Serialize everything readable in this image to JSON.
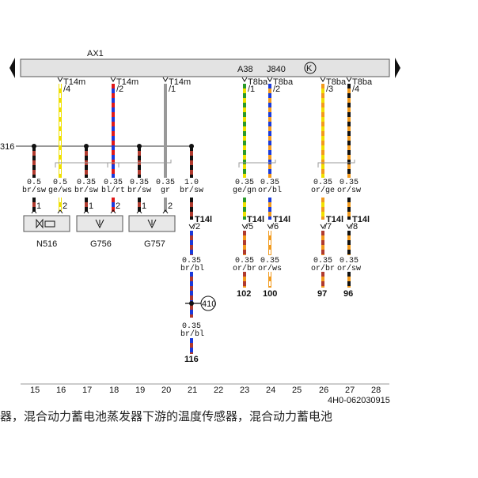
{
  "bus": {
    "label": "AX1"
  },
  "j840": {
    "left_label": "A38",
    "right_label": "J840",
    "symbol": "K"
  },
  "left_edge_label": "316",
  "top_connectors": [
    {
      "conn": "T14m",
      "pin": "/4"
    },
    {
      "conn": "T14m",
      "pin": "/2"
    },
    {
      "conn": "T14m",
      "pin": "/1"
    },
    {
      "conn": "T8ba",
      "pin": "/1"
    },
    {
      "conn": "T8ba",
      "pin": "/2"
    },
    {
      "conn": "T8ba",
      "pin": "/3"
    },
    {
      "conn": "T8ba",
      "pin": "/4"
    }
  ],
  "wires": [
    {
      "size": "0.5",
      "color": "br/sw"
    },
    {
      "size": "0.5",
      "color": "ge/ws"
    },
    {
      "size": "0.35",
      "color": "br/sw"
    },
    {
      "size": "0.35",
      "color": "bl/rt"
    },
    {
      "size": "0.35",
      "color": "br/sw"
    },
    {
      "size": "0.35",
      "color": "gr"
    },
    {
      "size": "1.0",
      "color": "br/sw"
    },
    {
      "size": "0.35",
      "color": "ge/gn"
    },
    {
      "size": "0.35",
      "color": "or/bl"
    },
    {
      "size": "0.35",
      "color": "or/ge"
    },
    {
      "size": "0.35",
      "color": "or/sw"
    }
  ],
  "components": [
    {
      "name": "N516",
      "pin_a": "1",
      "pin_b": "2"
    },
    {
      "name": "G756",
      "pin_a": "1",
      "pin_b": "2"
    },
    {
      "name": "G757",
      "pin_a": "1",
      "pin_b": "2"
    }
  ],
  "mid_connectors": [
    {
      "conn": "T14l",
      "pin": "/2"
    },
    {
      "conn": "T14l",
      "pin": "/5"
    },
    {
      "conn": "T14l",
      "pin": "/6"
    },
    {
      "conn": "T14l",
      "pin": "/7"
    },
    {
      "conn": "T14l",
      "pin": "/8"
    }
  ],
  "lower_wires": [
    {
      "size": "0.35",
      "color": "br/bl"
    },
    {
      "size": "0.35",
      "color": "or/br"
    },
    {
      "size": "0.35",
      "color": "or/ws"
    },
    {
      "size": "0.35",
      "color": "or/br"
    },
    {
      "size": "0.35",
      "color": "or/sw"
    }
  ],
  "bottom_wire": {
    "size": "0.35",
    "color": "br/bl"
  },
  "ground_point": "410",
  "refs": [
    "116",
    "102",
    "100",
    "97",
    "96"
  ],
  "grid_numbers": [
    "15",
    "16",
    "17",
    "18",
    "19",
    "20",
    "21",
    "22",
    "23",
    "24",
    "25",
    "26",
    "27",
    "28"
  ],
  "doc_code": "4H0-062030915",
  "caption": "器，混合动力蓄电池蒸发器下游的温度传感器，混合动力蓄电池",
  "colors": {
    "brown": "#b03a2e",
    "black": "#111111",
    "yellow": "#f0e000",
    "blue": "#1a3adb",
    "red": "#e01818",
    "grey": "#999999",
    "green": "#2a9a2a",
    "orange": "#f29a1c",
    "bus_fill": "#e3e3e3",
    "box_fill": "#e8e8e8"
  }
}
